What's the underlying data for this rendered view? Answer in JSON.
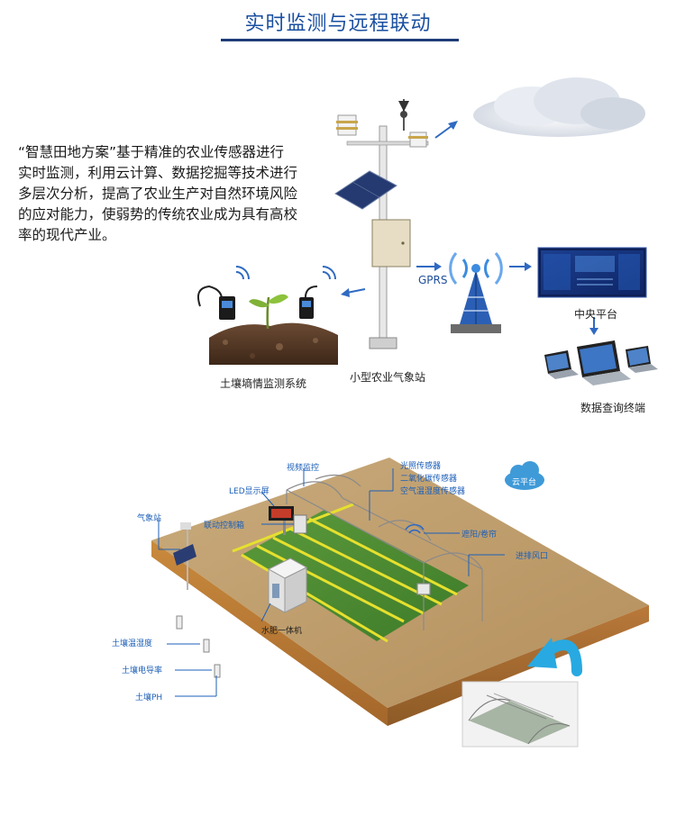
{
  "header": {
    "title": "实时监测与远程联动"
  },
  "intro": {
    "lines": [
      "“智慧田地方案”基于精准的农业传感器进行",
      "实时监测，利用云计算、数据挖掘等技术进行",
      "多层次分析，提高了农业生产对自然环境风险",
      "的应对能力，使弱势的传统农业成为具有高校",
      "率的现代产业。"
    ]
  },
  "top_diagram": {
    "soil_label": "土壤墒情监测系统",
    "station_label": "小型农业气象站",
    "gprs_label": "GPRS",
    "platform_label": "中央平台",
    "terminal_label": "数据查询终端"
  },
  "greenhouse": {
    "labels": {
      "video": "视频监控",
      "led": "LED显示屏",
      "light": "光照传感器",
      "co2": "二氧化碳传感器",
      "air": "空气温湿度传感器",
      "cloud": "云平台",
      "weather": "气象站",
      "control": "联动控制箱",
      "shade": "遮阳/卷帘",
      "vent": "进排风口",
      "fert": "水肥一体机",
      "soil_temp": "土壤温湿度",
      "soil_ec": "土壤电导率",
      "soil_ph": "土壤PH"
    }
  },
  "colors": {
    "title_blue": "#1a4fa0",
    "label_blue": "#1c5fb8",
    "arrow_blue": "#2f6ac2",
    "tower_blue": "#2b5fb5"
  }
}
